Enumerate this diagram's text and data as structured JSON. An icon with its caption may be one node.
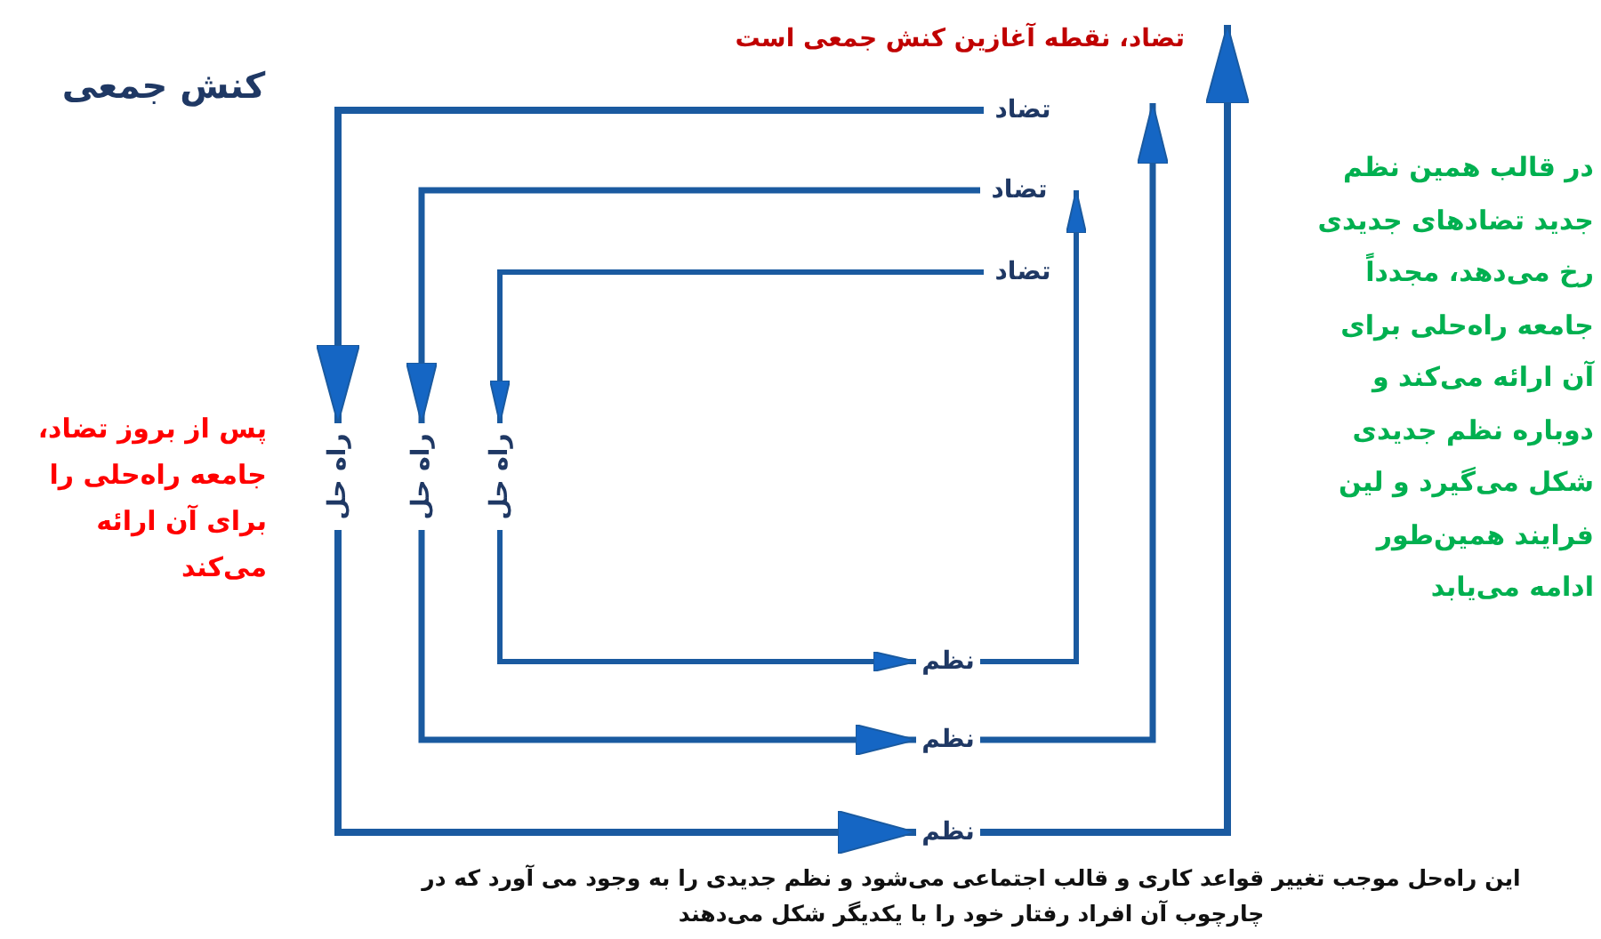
{
  "diagram": {
    "title": "کنش جمعی",
    "nodes": [
      {
        "text": [
          "تضاد"
        ]
      },
      {
        "text": [
          "تضاد"
        ]
      },
      {
        "text": [
          "تضاد"
        ]
      },
      {
        "text": [
          "راه حل"
        ]
      },
      {
        "text": [
          "راه حل"
        ]
      },
      {
        "text": [
          "راه حل"
        ]
      },
      {
        "text": [
          "نظم"
        ]
      },
      {
        "text": [
          "نظم"
        ]
      },
      {
        "text": [
          "نظم"
        ]
      }
    ],
    "edges": [
      {
        "from": 0,
        "to": 3,
        "arrow": "to"
      },
      {
        "from": 1,
        "to": 4,
        "arrow": "to"
      },
      {
        "from": 2,
        "to": 5,
        "arrow": "to"
      },
      {
        "from": 3,
        "to": 8,
        "arrow": "to"
      },
      {
        "from": 4,
        "to": 7,
        "arrow": "to"
      },
      {
        "from": 5,
        "to": 6,
        "arrow": "to"
      },
      {
        "from": 6,
        "to": 1,
        "arrow": "to"
      },
      {
        "from": 7,
        "to": null,
        "arrow": "to"
      },
      {
        "from": 8,
        "to": null,
        "arrow": "to"
      }
    ],
    "labels": [
      "تضاد، نقطه آغازین کنش جمعی است",
      "پس از بروز تضاد، جامعه راه‌حلی را برای آن ارائه می‌کند",
      "در قالب همین نظم جدید تضادهای جدیدی رخ می‌دهد، مجدداً جامعه راه‌حلی برای آن ارائه می‌کند و دوباره نظم جدیدی شکل می‌گیرد و لین فرایند همین‌طور ادامه می‌یابد"
    ],
    "caption": "این راه‌حل موجب تغییر قواعد کاری و قالب اجتماعی می‌شود و نظم جدیدی را به وجود می آورد که در چارچوب آن افراد رفتار خود را با یکدیگر شکل می‌دهند"
  }
}
